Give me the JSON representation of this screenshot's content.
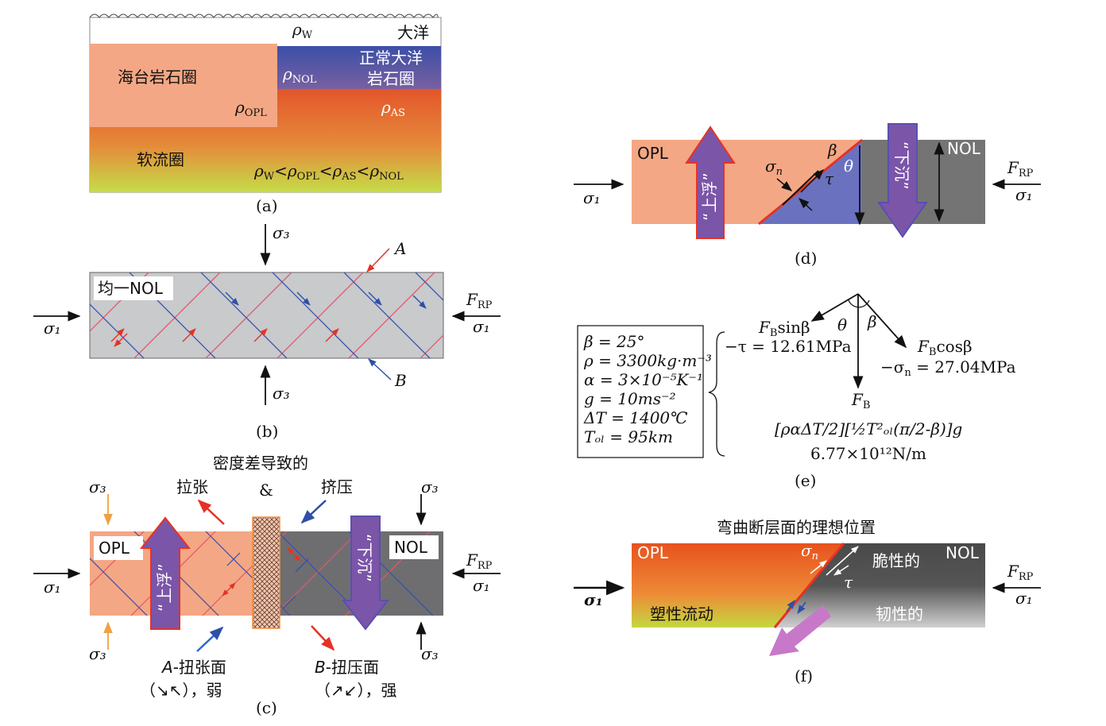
{
  "panel_a": {
    "ocean": "大洋",
    "plateau_lithosphere": "海台岩石圈",
    "normal_ocean_lithosphere_line1": "正常大洋",
    "normal_ocean_lithosphere_line2": "岩石圈",
    "asthenosphere": "软流圈",
    "rho": "ρ",
    "sub_w": "W",
    "sub_nol": "NOL",
    "sub_opl": "OPL",
    "sub_as": "AS",
    "lt": "<",
    "caption": "(a)"
  },
  "panel_b": {
    "sigma3_top": "σ₃",
    "sigma3_bottom": "σ₃",
    "sigma1": "σ₁",
    "sigma1_right": "σ₁",
    "label_homog": "均一NOL",
    "label_A": "A",
    "label_B": "B",
    "F": "F",
    "sub_rp": "RP",
    "caption": "(b)"
  },
  "panel_c": {
    "title": "密度差导致的",
    "extension": "拉张",
    "ampersand": "&",
    "compression": "挤压",
    "opl": "OPL",
    "nol": "NOL",
    "uplift": "“上浮”",
    "sink": "“下沉”",
    "sigma3": "σ₃",
    "sigma1": "σ₁",
    "F": "F",
    "sub_rp": "RP",
    "plane_A_letter": "A",
    "plane_A_text": "-扭张面",
    "plane_A_note": "（↘↖），弱",
    "plane_B_letter": "B",
    "plane_B_text": "-扭压面",
    "plane_B_note": "（↗↙），强",
    "caption": "(c)"
  },
  "panel_d": {
    "opl": "OPL",
    "nol": "NOL",
    "uplift": "“上浮”",
    "sink": "“下沉”",
    "beta": "β",
    "theta": "θ",
    "tau": "τ",
    "sigma": "σ",
    "sub_n": "n",
    "sigma1": "σ₁",
    "F": "F",
    "sub_rp": "RP",
    "caption": "(d)"
  },
  "panel_e": {
    "params": [
      "β = 25°",
      "ρ = 3300kg·m⁻³",
      "α = 3×10⁻⁵K⁻¹",
      "g = 10ms⁻²",
      "ΔT = 1400℃",
      "Tₒₗ = 95km"
    ],
    "fb_sin": "F",
    "fb_sin_sub": "B",
    "fb_sin_tail": "sinβ",
    "tau_value": "−τ = 12.61MPa",
    "fb_cos": "F",
    "fb_cos_sub": "B",
    "fb_cos_tail": "cosβ",
    "sigma_value": "−σ",
    "sigma_sub": "n",
    "sigma_tail": " = 27.04MPa",
    "theta": "θ",
    "beta": "β",
    "fb": "F",
    "fb_sub": "B",
    "formula": "[ραΔT/2][½T²ₒₗ(π/2-β)]g",
    "fb_value": "6.77×10¹²N/m",
    "caption": "(e)"
  },
  "panel_f": {
    "title": "弯曲断层面的理想位置",
    "opl": "OPL",
    "nol": "NOL",
    "brittle": "脆性的",
    "plastic_flow": "塑性流动",
    "ductile": "韧性的",
    "sigma": "σ",
    "sub_n": "n",
    "tau": "τ",
    "sigma1": "σ₁",
    "F": "F",
    "sub_rp": "RP",
    "caption": "(f)"
  },
  "colors": {
    "opl_orange": "#f3a482",
    "nol_blue": "#5560a8",
    "nol_gray": "#777777",
    "asthenosphere_top": "#e0582b",
    "asthenosphere_bottom": "#c9d84a",
    "arrow_purple": "#7b55a8",
    "fault_red": "#e53225",
    "pink_arrow": "#c878c8"
  }
}
